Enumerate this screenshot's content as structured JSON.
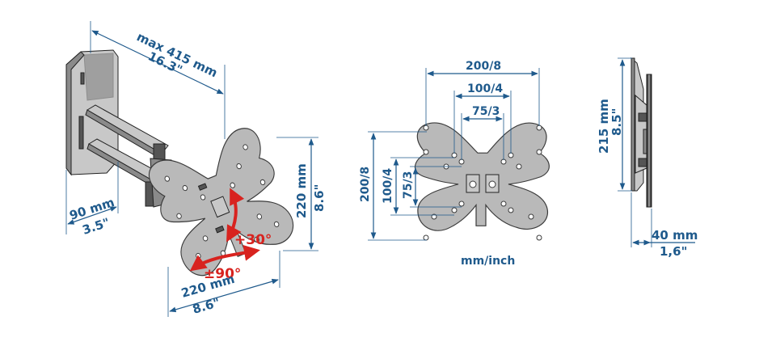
{
  "labels": {
    "reach_mm": "max 415 mm",
    "reach_in": "16.3\"",
    "depth_mm": "90 mm",
    "depth_in": "3.5\"",
    "height_mm": "220 mm",
    "height_in": "8.6\"",
    "width_mm": "220 mm",
    "width_in": "8.6\"",
    "tilt": "+30°",
    "swivel": "±90°",
    "vesa_200": "200/8",
    "vesa_100": "100/4",
    "vesa_75": "75/3",
    "vesa_200_v": "200/8",
    "vesa_100_v": "100/4",
    "vesa_75_v": "75/3",
    "units": "mm/inch",
    "side_height_mm": "215 mm",
    "side_height_in": "8.5\"",
    "side_depth_mm": "40 mm",
    "side_depth_in": "1,6\""
  },
  "colors": {
    "dimension": "#1f5a8c",
    "motion": "#d8231f"
  }
}
